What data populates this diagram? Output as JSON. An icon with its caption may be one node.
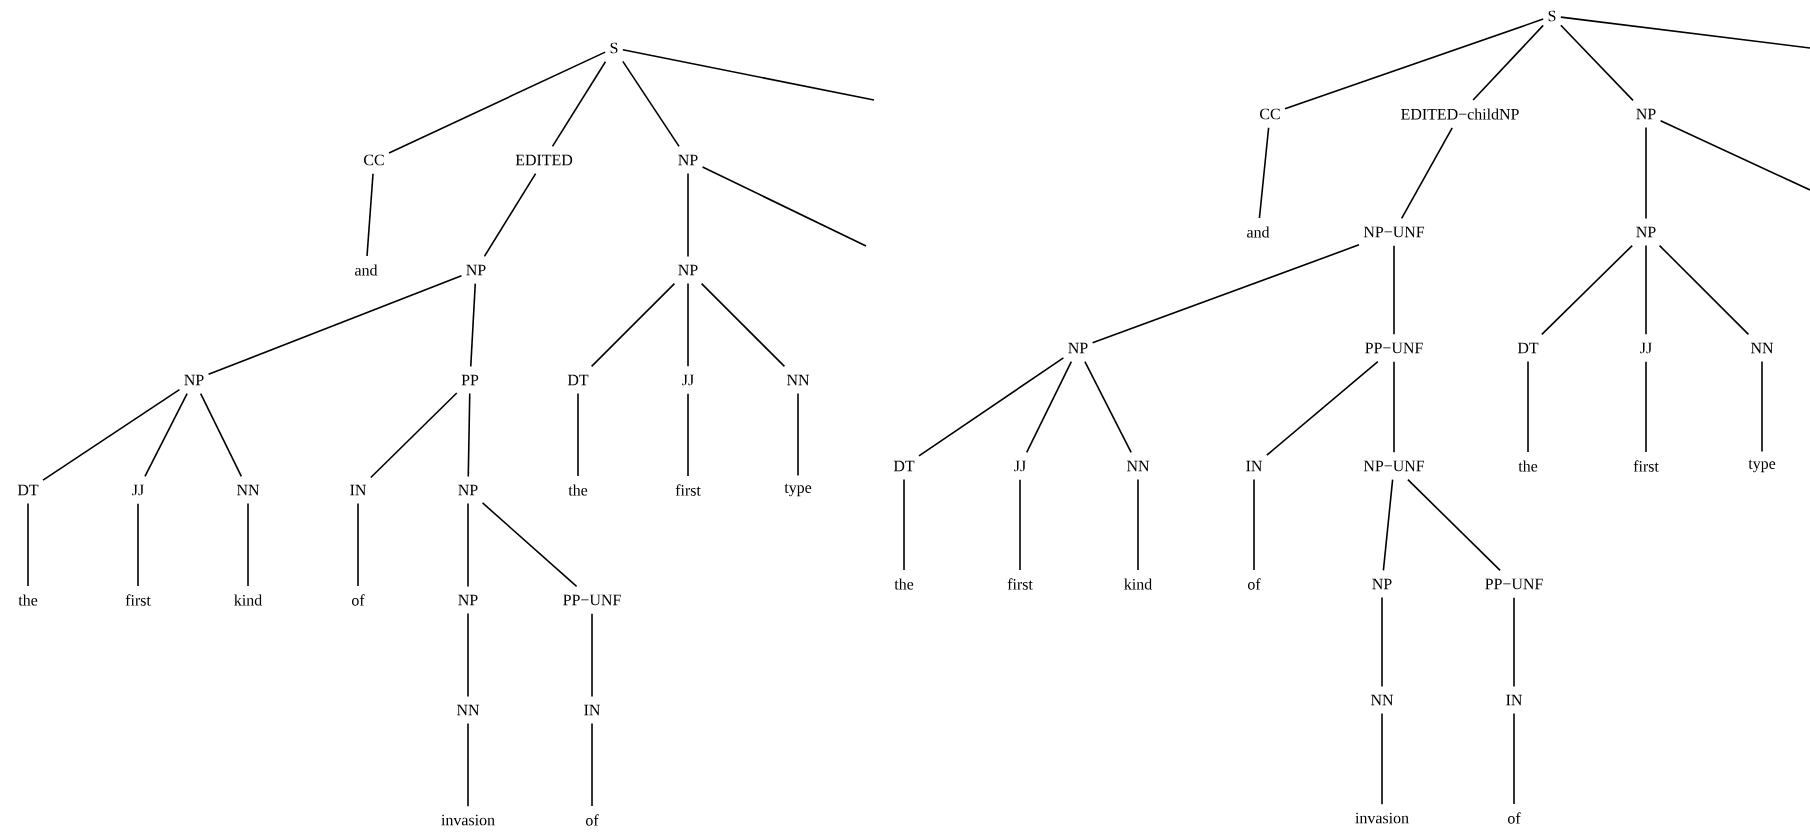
{
  "diagram": {
    "nodes": [
      {
        "text": [
          "S"
        ]
      },
      {
        "text": [
          "CC"
        ]
      },
      {
        "text": [
          "EDITED"
        ]
      },
      {
        "text": [
          "NP"
        ]
      },
      {
        "text": [
          "and"
        ]
      },
      {
        "text": [
          "NP"
        ]
      },
      {
        "text": [
          "NP"
        ]
      },
      {
        "text": [
          "NP"
        ]
      },
      {
        "text": [
          "PP"
        ]
      },
      {
        "text": [
          "DT"
        ]
      },
      {
        "text": [
          "JJ"
        ]
      },
      {
        "text": [
          "NN"
        ]
      },
      {
        "text": [
          "DT"
        ]
      },
      {
        "text": [
          "JJ"
        ]
      },
      {
        "text": [
          "NN"
        ]
      },
      {
        "text": [
          "IN"
        ]
      },
      {
        "text": [
          "NP"
        ]
      },
      {
        "text": [
          "the"
        ]
      },
      {
        "text": [
          "first"
        ]
      },
      {
        "text": [
          "type"
        ]
      },
      {
        "text": [
          "the"
        ]
      },
      {
        "text": [
          "first"
        ]
      },
      {
        "text": [
          "kind"
        ]
      },
      {
        "text": [
          "of"
        ]
      },
      {
        "text": [
          "NP"
        ]
      },
      {
        "text": [
          "PP−UNF"
        ]
      },
      {
        "text": [
          "NN"
        ]
      },
      {
        "text": [
          "IN"
        ]
      },
      {
        "text": [
          "invasion"
        ]
      },
      {
        "text": [
          "of"
        ]
      },
      {
        "text": [
          "S"
        ]
      },
      {
        "text": [
          "CC"
        ]
      },
      {
        "text": [
          "EDITED−childNP"
        ]
      },
      {
        "text": [
          "NP"
        ]
      },
      {
        "text": [
          "and"
        ]
      },
      {
        "text": [
          "NP−UNF"
        ]
      },
      {
        "text": [
          "NP"
        ]
      },
      {
        "text": [
          "NP"
        ]
      },
      {
        "text": [
          "PP−UNF"
        ]
      },
      {
        "text": [
          "DT"
        ]
      },
      {
        "text": [
          "JJ"
        ]
      },
      {
        "text": [
          "NN"
        ]
      },
      {
        "text": [
          "DT"
        ]
      },
      {
        "text": [
          "JJ"
        ]
      },
      {
        "text": [
          "NN"
        ]
      },
      {
        "text": [
          "IN"
        ]
      },
      {
        "text": [
          "NP−UNF"
        ]
      },
      {
        "text": [
          "the"
        ]
      },
      {
        "text": [
          "first"
        ]
      },
      {
        "text": [
          "type"
        ]
      },
      {
        "text": [
          "the"
        ]
      },
      {
        "text": [
          "first"
        ]
      },
      {
        "text": [
          "kind"
        ]
      },
      {
        "text": [
          "of"
        ]
      },
      {
        "text": [
          "NP"
        ]
      },
      {
        "text": [
          "PP−UNF"
        ]
      },
      {
        "text": [
          "NN"
        ]
      },
      {
        "text": [
          "IN"
        ]
      },
      {
        "text": [
          "invasion"
        ]
      },
      {
        "text": [
          "of"
        ]
      }
    ],
    "edges": [
      {
        "from": 0,
        "to": 1,
        "arrow": "none"
      },
      {
        "from": 0,
        "to": 2,
        "arrow": "none"
      },
      {
        "from": 0,
        "to": 3,
        "arrow": "none"
      },
      {
        "from": 0,
        "to": null,
        "arrow": "none"
      },
      {
        "from": 1,
        "to": 4,
        "arrow": "none"
      },
      {
        "from": 2,
        "to": 5,
        "arrow": "none"
      },
      {
        "from": 3,
        "to": 6,
        "arrow": "none"
      },
      {
        "from": 3,
        "to": null,
        "arrow": "none"
      },
      {
        "from": 5,
        "to": 7,
        "arrow": "none"
      },
      {
        "from": 5,
        "to": 8,
        "arrow": "none"
      },
      {
        "from": 6,
        "to": 9,
        "arrow": "none"
      },
      {
        "from": 6,
        "to": 10,
        "arrow": "none"
      },
      {
        "from": 6,
        "to": 11,
        "arrow": "none"
      },
      {
        "from": 7,
        "to": 12,
        "arrow": "none"
      },
      {
        "from": 7,
        "to": 13,
        "arrow": "none"
      },
      {
        "from": 7,
        "to": 14,
        "arrow": "none"
      },
      {
        "from": 8,
        "to": 15,
        "arrow": "none"
      },
      {
        "from": 8,
        "to": 16,
        "arrow": "none"
      },
      {
        "from": 9,
        "to": 17,
        "arrow": "none"
      },
      {
        "from": 10,
        "to": 18,
        "arrow": "none"
      },
      {
        "from": 11,
        "to": 19,
        "arrow": "none"
      },
      {
        "from": 12,
        "to": 20,
        "arrow": "none"
      },
      {
        "from": 13,
        "to": 21,
        "arrow": "none"
      },
      {
        "from": 14,
        "to": 22,
        "arrow": "none"
      },
      {
        "from": 15,
        "to": 23,
        "arrow": "none"
      },
      {
        "from": 16,
        "to": 24,
        "arrow": "none"
      },
      {
        "from": 16,
        "to": 25,
        "arrow": "none"
      },
      {
        "from": 24,
        "to": 26,
        "arrow": "none"
      },
      {
        "from": 25,
        "to": 27,
        "arrow": "none"
      },
      {
        "from": 26,
        "to": 28,
        "arrow": "none"
      },
      {
        "from": 27,
        "to": 29,
        "arrow": "none"
      },
      {
        "from": 30,
        "to": 31,
        "arrow": "none"
      },
      {
        "from": 30,
        "to": 32,
        "arrow": "none"
      },
      {
        "from": 30,
        "to": 33,
        "arrow": "none"
      },
      {
        "from": 30,
        "to": null,
        "arrow": "none"
      },
      {
        "from": 31,
        "to": 34,
        "arrow": "none"
      },
      {
        "from": 32,
        "to": 35,
        "arrow": "none"
      },
      {
        "from": 33,
        "to": 36,
        "arrow": "none"
      },
      {
        "from": 33,
        "to": null,
        "arrow": "none"
      },
      {
        "from": 35,
        "to": 37,
        "arrow": "none"
      },
      {
        "from": 35,
        "to": 38,
        "arrow": "none"
      },
      {
        "from": 36,
        "to": 39,
        "arrow": "none"
      },
      {
        "from": 36,
        "to": 40,
        "arrow": "none"
      },
      {
        "from": 36,
        "to": 41,
        "arrow": "none"
      },
      {
        "from": 37,
        "to": 42,
        "arrow": "none"
      },
      {
        "from": 37,
        "to": 43,
        "arrow": "none"
      },
      {
        "from": 37,
        "to": 44,
        "arrow": "none"
      },
      {
        "from": 38,
        "to": 45,
        "arrow": "none"
      },
      {
        "from": 38,
        "to": 46,
        "arrow": "none"
      },
      {
        "from": 39,
        "to": 47,
        "arrow": "none"
      },
      {
        "from": 40,
        "to": 48,
        "arrow": "none"
      },
      {
        "from": 41,
        "to": 49,
        "arrow": "none"
      },
      {
        "from": 42,
        "to": 50,
        "arrow": "none"
      },
      {
        "from": 43,
        "to": 51,
        "arrow": "none"
      },
      {
        "from": 44,
        "to": 52,
        "arrow": "none"
      },
      {
        "from": 45,
        "to": 53,
        "arrow": "none"
      },
      {
        "from": 46,
        "to": 54,
        "arrow": "none"
      },
      {
        "from": 46,
        "to": 55,
        "arrow": "none"
      },
      {
        "from": 54,
        "to": 56,
        "arrow": "none"
      },
      {
        "from": 55,
        "to": 57,
        "arrow": "none"
      },
      {
        "from": 56,
        "to": 58,
        "arrow": "none"
      },
      {
        "from": 57,
        "to": 59,
        "arrow": "none"
      }
    ]
  }
}
